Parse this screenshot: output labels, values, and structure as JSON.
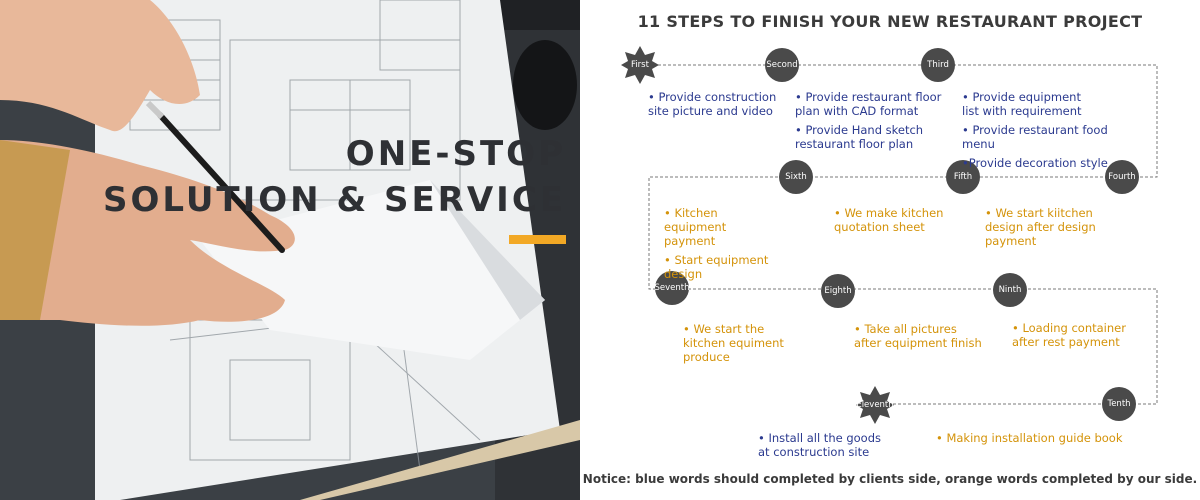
{
  "hero": {
    "line1": "ONE-STOP",
    "line2": "SOLUTION & SERVICE"
  },
  "diagram": {
    "title": "11 STEPS TO FINISH YOUR NEW RESTAURANT PROJECT",
    "steps": [
      {
        "label": "First",
        "side": "client",
        "items": [
          "• Provide construction site picture and video"
        ]
      },
      {
        "label": "Second",
        "side": "client",
        "items": [
          "• Provide restaurant floor plan with CAD format",
          "• Provide Hand sketch restaurant floor plan"
        ]
      },
      {
        "label": "Third",
        "side": "client",
        "items": [
          "• Provide equipment list with requirement",
          "• Provide restaurant food menu",
          "•Provide decoration style"
        ]
      },
      {
        "label": "Fourth",
        "side": "ours",
        "items": [
          "• We start kiitchen design after design payment"
        ]
      },
      {
        "label": "Fifth",
        "side": "ours",
        "items": [
          "• We make kitchen quotation sheet"
        ]
      },
      {
        "label": "Sixth",
        "side": "ours",
        "items": [
          "• Kitchen equipment payment",
          "• Start equipment design"
        ]
      },
      {
        "label": "Seventh",
        "side": "ours",
        "items": [
          "• We start the kitchen equiment produce"
        ]
      },
      {
        "label": "Eighth",
        "side": "ours",
        "items": [
          "• Take all pictures after equipment finish"
        ]
      },
      {
        "label": "Ninth",
        "side": "ours",
        "items": [
          "• Loading container after rest payment"
        ]
      },
      {
        "label": "Tenth",
        "side": "ours",
        "items": [
          "• Making installation guide book"
        ]
      },
      {
        "label": "Eleventh",
        "side": "client",
        "items": [
          "• Install all the goods at construction site"
        ]
      }
    ],
    "notice": "Notice: blue words should completed by clients side, orange words completed by our side.",
    "colors": {
      "client": "#2b3a8f",
      "ours": "#d4930a",
      "node": "#4a4a4a"
    }
  }
}
